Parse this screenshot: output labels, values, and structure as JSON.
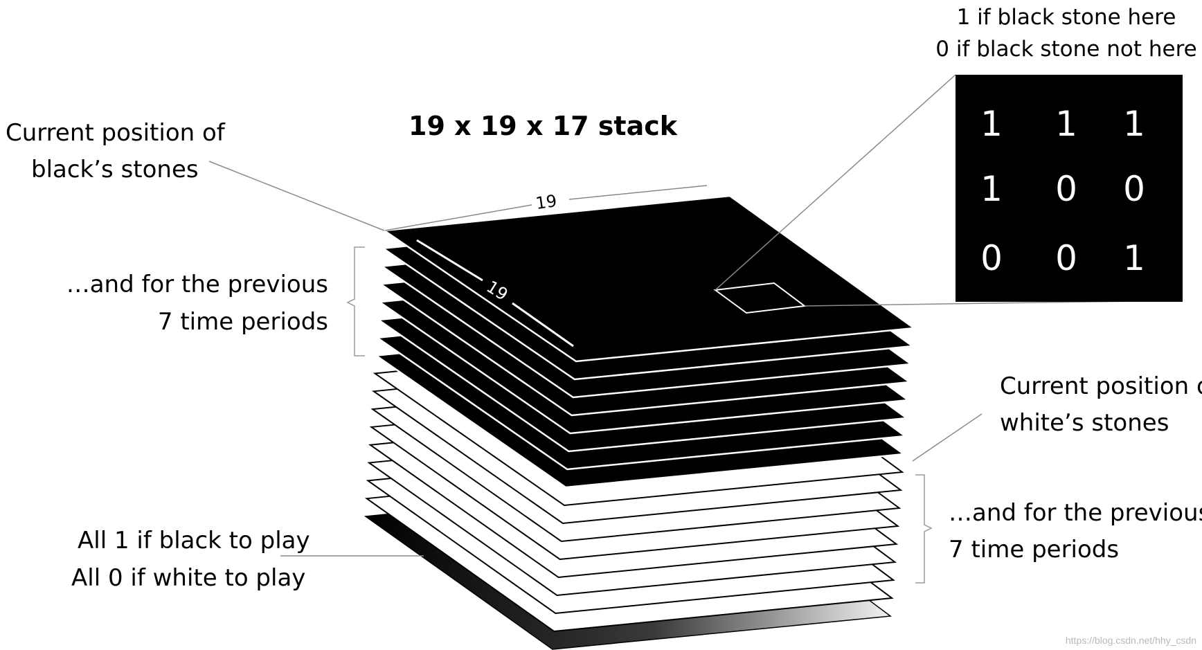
{
  "title": "19 x 19 x 17 stack",
  "dimension_labels": {
    "top_edge": "19",
    "side_edge": "19"
  },
  "labels": {
    "black_current": [
      "Current position of",
      "black’s stones"
    ],
    "black_previous": [
      "…and for the previous",
      "7 time periods"
    ],
    "white_current": [
      "Current position of",
      "white’s stones"
    ],
    "white_previous": [
      "…and for the previous",
      "7 time periods"
    ],
    "color_plane": [
      "All 1 if black to play",
      "All 0 if white to play"
    ],
    "inset_caption": [
      "1 if black stone here",
      "0 if black stone not here"
    ]
  },
  "inset_grid": [
    [
      "1",
      "1",
      "1"
    ],
    [
      "1",
      "0",
      "0"
    ],
    [
      "0",
      "0",
      "1"
    ]
  ],
  "stack": {
    "black_planes": 8,
    "white_planes": 8,
    "color_planes": 1
  },
  "colors": {
    "black_plane": "#000000",
    "white_plane": "#ffffff",
    "leader": "#8a8a8a"
  },
  "watermark": "https://blog.csdn.net/hhy_csdn"
}
